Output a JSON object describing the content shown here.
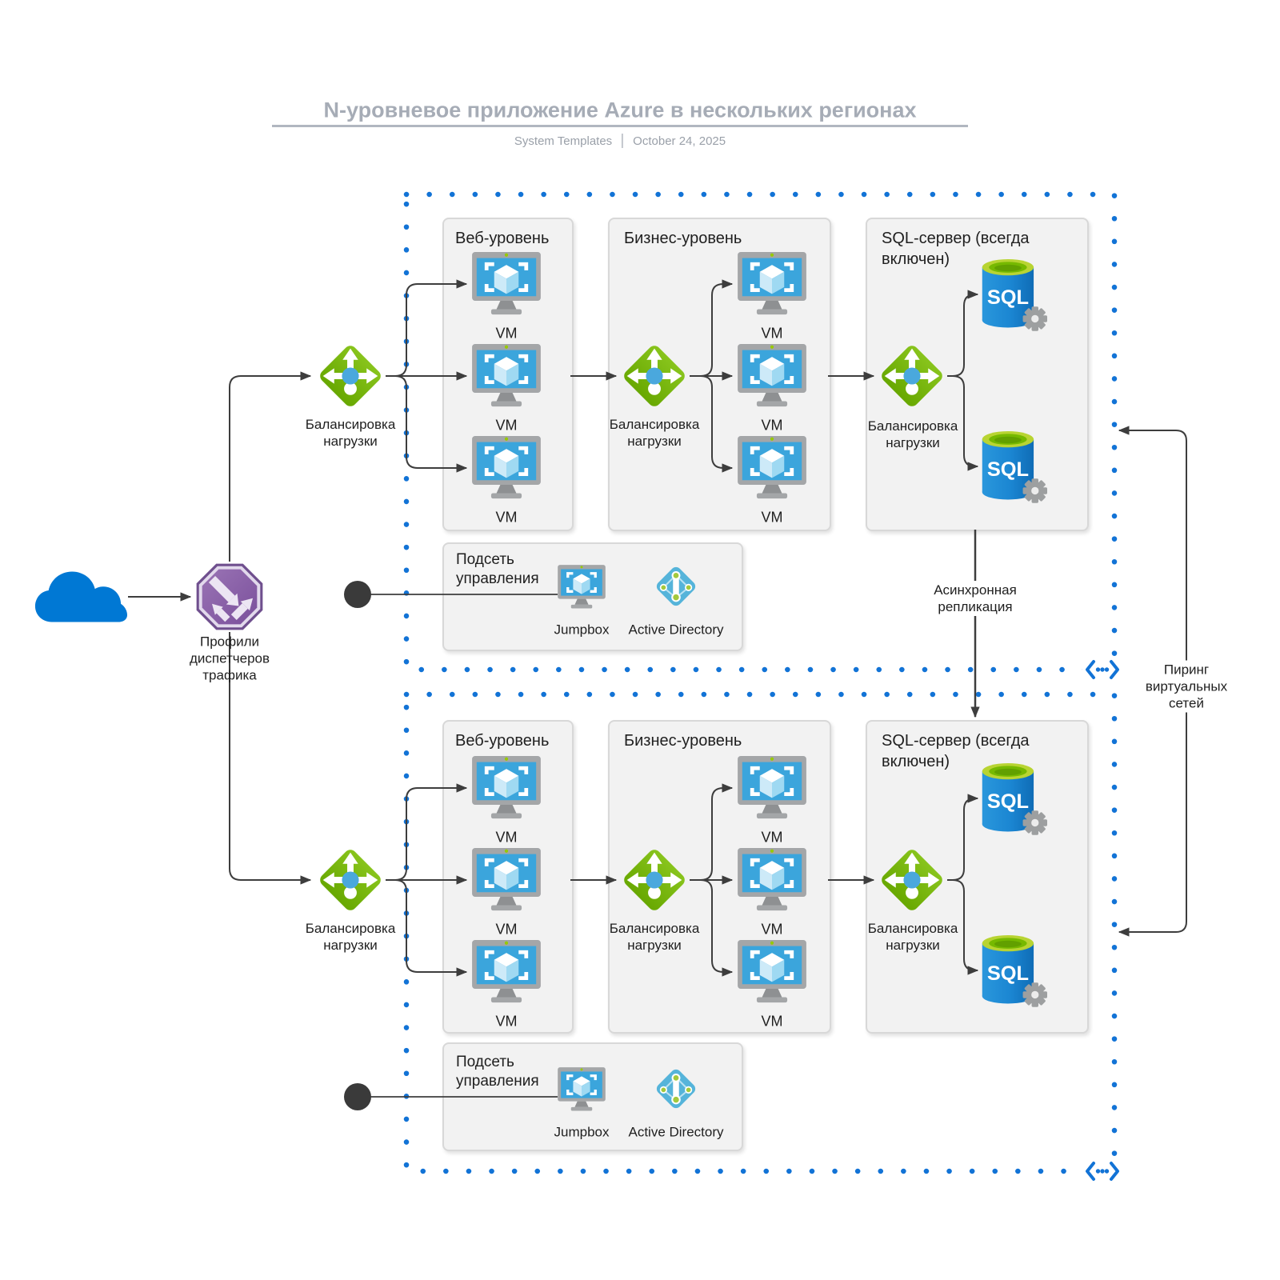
{
  "header": {
    "title": "N-уровневое приложение Azure в нескольких регионах",
    "source": "System Templates",
    "date": "October 24, 2025"
  },
  "labels": {
    "traffic_manager": "Профили диспетчеров трафика",
    "load_balancing": "Балансировка нагрузки",
    "vm": "VM",
    "async_replication": "Асинхронная репликация",
    "vnet_peering": "Пиринг виртуальных сетей",
    "sql_text": "SQL"
  },
  "regions": [
    {
      "web_tier": "Веб-уровень",
      "business_tier": "Бизнес-уровень",
      "sql_tier": "SQL-сервер (всегда включен)",
      "management_subnet": "Подсеть управления",
      "jumpbox": "Jumpbox",
      "active_directory": "Active Directory"
    },
    {
      "web_tier": "Веб-уровень",
      "business_tier": "Бизнес-уровень",
      "sql_tier": "SQL-сервер (всегда включен)",
      "management_subnet": "Подсеть управления",
      "jumpbox": "Jumpbox",
      "active_directory": "Active Directory"
    }
  ],
  "colors": {
    "region_border": "#1273d6",
    "load_balancer_green": "#76b900",
    "traffic_manager_purple": "#8a5fa8",
    "vm_screen_blue": "#3ba5dc",
    "sql_cylinder_blue": "#1583cf",
    "sql_top_green": "#b8d432",
    "active_directory_blue": "#55b4da",
    "cloud_blue": "#0078d4",
    "arrow": "#3d3d3d",
    "box_background": "#f2f2f2",
    "title_gray": "#a6acb6"
  }
}
